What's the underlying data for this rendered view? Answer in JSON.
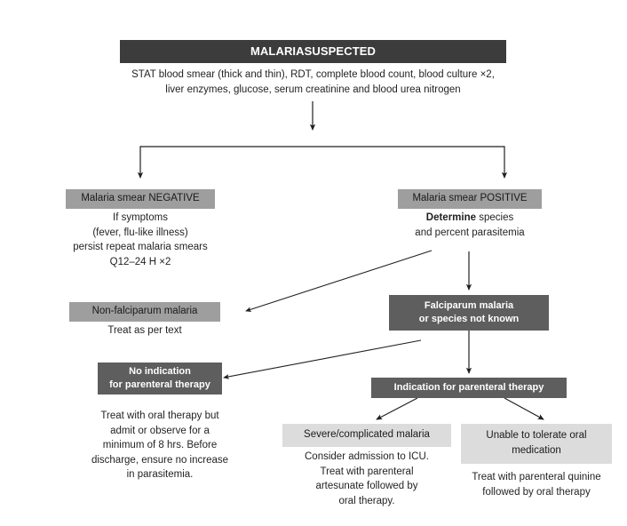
{
  "diagram": {
    "title": "MALARIA SUSPECTED",
    "root": {
      "header": "MALARIASUSPECTED",
      "body_line1": "STAT blood smear (thick and thin), RDT, complete blood count, blood culture ×2,",
      "body_line2": "liver enzymes, glucose, serum creatinine and blood urea nitrogen"
    },
    "negative_branch": {
      "header": "Malaria smear NEGATIVE",
      "line1": "If symptoms",
      "line2": "(fever, flu-like illness)",
      "line3": "persist repeat malaria smears",
      "line4": "Q12–24 H ×2"
    },
    "positive_branch": {
      "header": "Malaria smear POSITIVE",
      "line1_bold": "Determine",
      "line1_rest": " species",
      "line2": "and percent parasitemia"
    },
    "non_falciparum": {
      "header": "Non-falciparum malaria",
      "line1": "Treat as per text"
    },
    "falciparum": {
      "line1": "Falciparum malaria",
      "line2": "or species not known"
    },
    "no_indication": {
      "line1": "No indication",
      "line2": "for parenteral therapy",
      "body_line1": "Treat with oral therapy but",
      "body_line2": "admit or observe for a",
      "body_line3": "minimum of 8 hrs. Before",
      "body_line4": "discharge, ensure no increase",
      "body_line5": "in parasitemia."
    },
    "indication": {
      "label": "Indication for parenteral therapy"
    },
    "severe": {
      "header": "Severe/complicated malaria",
      "line1": "Consider admission to ICU.",
      "line2": "Treat with parenteral",
      "line3": "artesunate followed by",
      "line4": "oral therapy."
    },
    "unable_oral": {
      "header_line1": "Unable to tolerate oral",
      "header_line2": "medication",
      "line1": "Treat with parenteral quinine",
      "line2": "followed by oral therapy"
    },
    "colors": {
      "title_bar": "#3c3c3c",
      "header_gray": "#9e9e9e",
      "header_light_gray": "#dcdcdc",
      "solid_box": "#5e5e5e",
      "connector": "#231f20",
      "text": "#231f20",
      "background": "#ffffff"
    }
  }
}
